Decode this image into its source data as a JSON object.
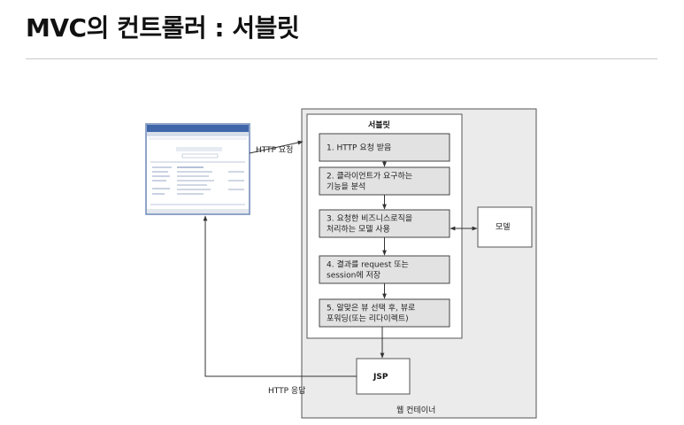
{
  "header": {
    "title": "MVC의 컨트롤러 : 서블릿"
  },
  "diagram": {
    "container_label": "웹 컨테이너",
    "servlet_label": "서블릿",
    "steps": [
      [
        "1. HTTP 요청 받음"
      ],
      [
        "2. 클라이언트가 요구하는",
        "기능을 분석"
      ],
      [
        "3. 요청한 비즈니스로직을",
        "처리하는 모델 사용"
      ],
      [
        "4. 결과를 request 또는",
        "session에 저장"
      ],
      [
        "5. 알맞은 뷰 선택 후, 뷰로",
        "포워딩(또는 리다이렉트)"
      ]
    ],
    "model_label": "모델",
    "jsp_label": "JSP",
    "request_label": "HTTP 요청",
    "response_label": "HTTP 응답"
  },
  "colors": {
    "container_fill": "#ebebeb",
    "box_fill": "#e2e2e2",
    "line": "#333333"
  }
}
